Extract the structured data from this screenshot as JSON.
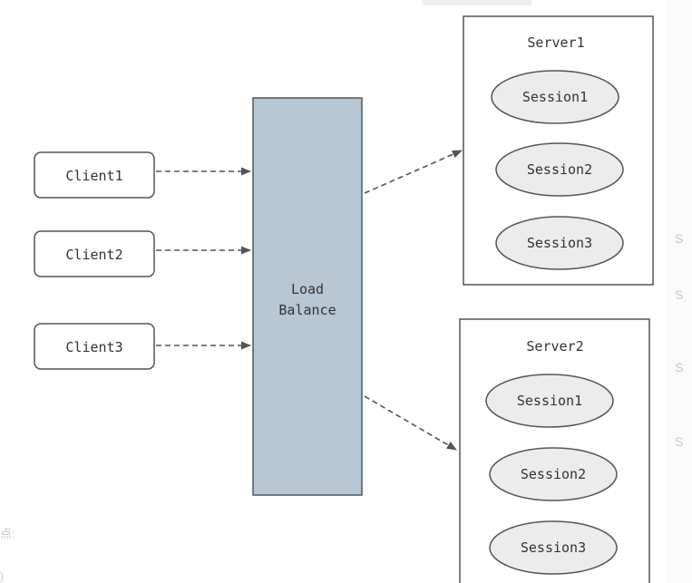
{
  "diagram": {
    "clients": [
      {
        "label": "Client1"
      },
      {
        "label": "Client2"
      },
      {
        "label": "Client3"
      }
    ],
    "load_balancer": {
      "line1": "Load",
      "line2": "Balance"
    },
    "servers": [
      {
        "title": "Server1",
        "sessions": [
          "Session1",
          "Session2",
          "Session3"
        ]
      },
      {
        "title": "Server2",
        "sessions": [
          "Session1",
          "Session2",
          "Session3"
        ]
      }
    ]
  },
  "background_fragments": {
    "bottom_left_1": "点:",
    "bottom_left_2": ")",
    "right_edge": [
      "S",
      "S",
      "S",
      "S"
    ]
  },
  "colors": {
    "load_balancer_fill": "#b7c7d4",
    "session_fill": "#ececec",
    "box_stroke": "#555555",
    "arrow": "#555555"
  }
}
